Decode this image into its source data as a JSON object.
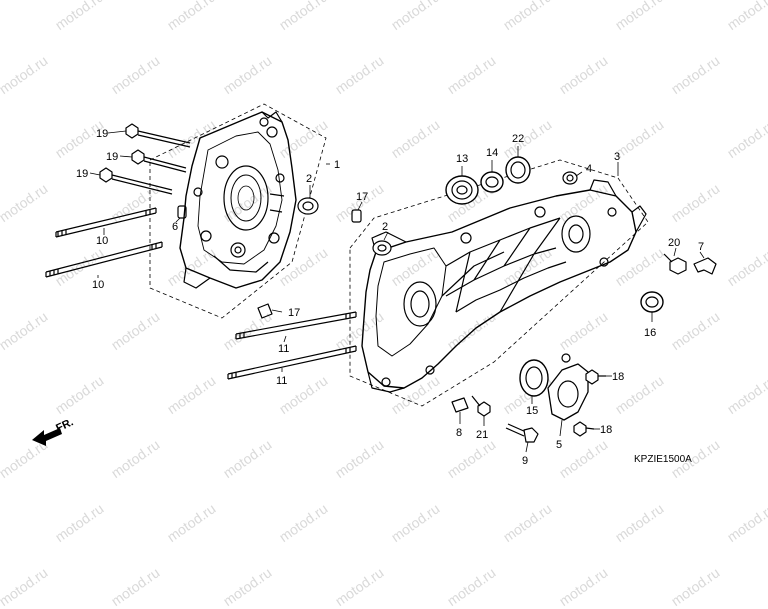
{
  "watermark": "motod.ru",
  "diagram_code": "KPZIE1500A",
  "direction_label": "FR.",
  "parts": {
    "p1": "1",
    "p2a": "2",
    "p2b": "2",
    "p3": "3",
    "p4": "4",
    "p5": "5",
    "p6": "6",
    "p7": "7",
    "p8": "8",
    "p9": "9",
    "p10a": "10",
    "p10b": "10",
    "p11a": "11",
    "p11b": "11",
    "p13": "13",
    "p14": "14",
    "p15": "15",
    "p16": "16",
    "p17a": "17",
    "p17b": "17",
    "p18a": "18",
    "p18b": "18",
    "p19a": "19",
    "p19b": "19",
    "p19c": "19",
    "p20": "20",
    "p21": "21",
    "p22": "22"
  }
}
